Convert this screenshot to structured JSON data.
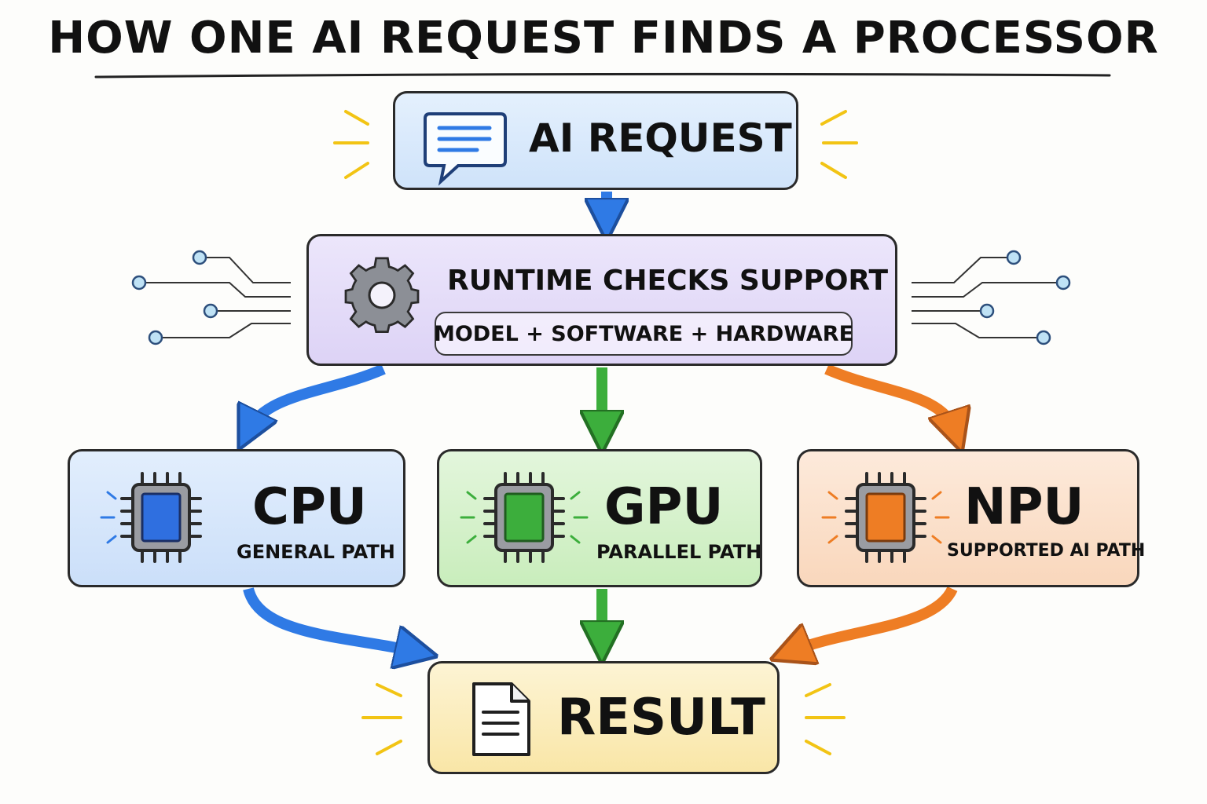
{
  "title": "HOW ONE AI REQUEST FINDS A PROCESSOR",
  "nodes": {
    "request": {
      "label": "AI REQUEST",
      "icon": "chat-bubble-icon",
      "color": "#2f7ae5"
    },
    "runtime": {
      "label": "RUNTIME CHECKS SUPPORT",
      "detail": "MODEL + SOFTWARE + HARDWARE",
      "icon": "gear-icon",
      "color": "#8b6fd6"
    },
    "cpu": {
      "name": "CPU",
      "subtitle": "GENERAL PATH",
      "icon": "chip-icon",
      "color": "#2f6fe0"
    },
    "gpu": {
      "name": "GPU",
      "subtitle": "PARALLEL PATH",
      "icon": "chip-icon",
      "color": "#3cae3c"
    },
    "npu": {
      "name": "NPU",
      "subtitle": "SUPPORTED AI PATH",
      "icon": "chip-icon",
      "color": "#ee7d24"
    },
    "result": {
      "label": "RESULT",
      "icon": "document-icon",
      "color": "#e8b923"
    }
  },
  "edges": [
    {
      "from": "request",
      "to": "runtime",
      "color": "#2f7ae5"
    },
    {
      "from": "runtime",
      "to": "cpu",
      "color": "#2f7ae5"
    },
    {
      "from": "runtime",
      "to": "gpu",
      "color": "#3cae3c"
    },
    {
      "from": "runtime",
      "to": "npu",
      "color": "#ee7d24"
    },
    {
      "from": "cpu",
      "to": "result",
      "color": "#2f7ae5"
    },
    {
      "from": "gpu",
      "to": "result",
      "color": "#3cae3c"
    },
    {
      "from": "npu",
      "to": "result",
      "color": "#ee7d24"
    }
  ]
}
